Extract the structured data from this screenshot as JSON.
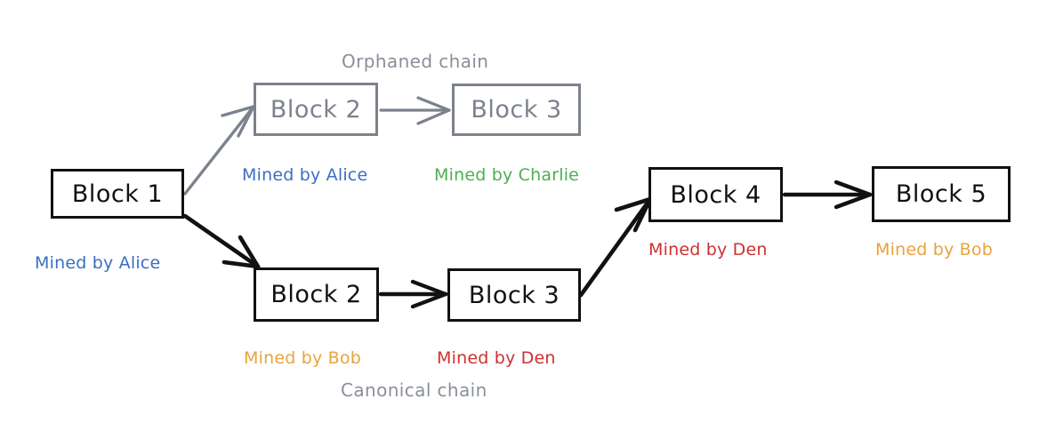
{
  "diagram": {
    "title_orphaned": "Orphaned chain",
    "title_canonical": "Canonical chain",
    "colors": {
      "black": "#111111",
      "gray": "#7b828c",
      "gray_text": "#8a8f99",
      "blue": "#3a6fc4",
      "green": "#4caf50",
      "orange": "#e8a33d",
      "red": "#d03030",
      "background": "#ffffff"
    },
    "blocks": [
      {
        "label": "Block 1",
        "miner": "Mined by Alice",
        "miner_color": "#3a6fc4",
        "chain": "root",
        "style": "black"
      },
      {
        "label": "Block 2",
        "miner": "Mined by Alice",
        "miner_color": "#3a6fc4",
        "chain": "orphaned",
        "style": "gray"
      },
      {
        "label": "Block 3",
        "miner": "Mined by Charlie",
        "miner_color": "#4caf50",
        "chain": "orphaned",
        "style": "gray"
      },
      {
        "label": "Block 2",
        "miner": "Mined by Bob",
        "miner_color": "#e8a33d",
        "chain": "canonical",
        "style": "black"
      },
      {
        "label": "Block 3",
        "miner": "Mined by Den",
        "miner_color": "#d03030",
        "chain": "canonical",
        "style": "black"
      },
      {
        "label": "Block 4",
        "miner": "Mined by Den",
        "miner_color": "#d03030",
        "chain": "canonical",
        "style": "black"
      },
      {
        "label": "Block 5",
        "miner": "Mined by Bob",
        "miner_color": "#e8a33d",
        "chain": "canonical",
        "style": "black"
      }
    ],
    "edges": [
      {
        "from": "Block 1",
        "to": "Block 2 (orphaned)",
        "style": "gray"
      },
      {
        "from": "Block 2 (orphaned)",
        "to": "Block 3 (orphaned)",
        "style": "gray"
      },
      {
        "from": "Block 1",
        "to": "Block 2 (canonical)",
        "style": "black"
      },
      {
        "from": "Block 2 (canonical)",
        "to": "Block 3 (canonical)",
        "style": "black"
      },
      {
        "from": "Block 3 (canonical)",
        "to": "Block 4",
        "style": "black"
      },
      {
        "from": "Block 4",
        "to": "Block 5",
        "style": "black"
      }
    ]
  }
}
